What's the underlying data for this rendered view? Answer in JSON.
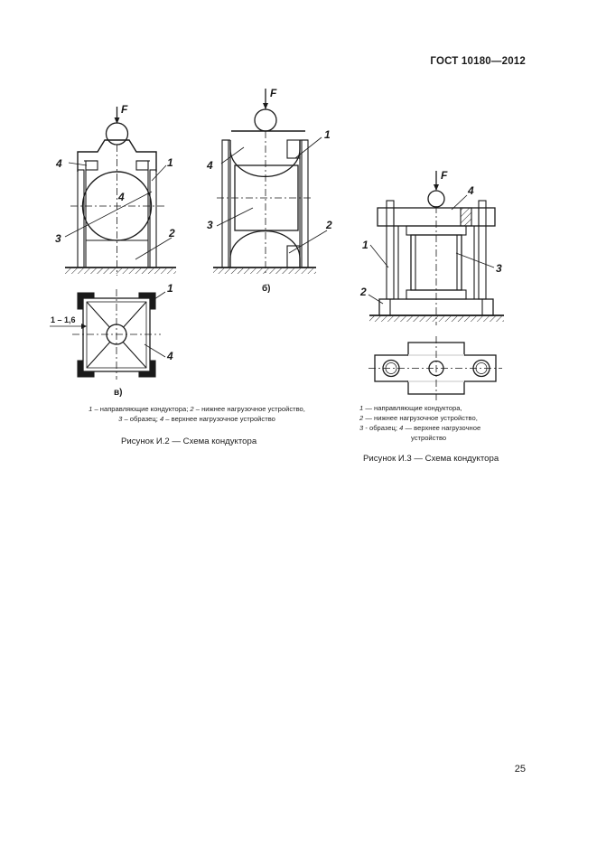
{
  "header": {
    "standard": "ГОСТ 10180—2012"
  },
  "page_number": "25",
  "figure_i2": {
    "labels": {
      "one": "1",
      "two": "2",
      "three": "3",
      "four": "4",
      "force": "F",
      "gap": "1 – 1,6"
    },
    "sublabels": {
      "b": "б)",
      "v": "в)"
    },
    "legend": {
      "n1": "1",
      "t1": " – направляющие кондуктора; ",
      "n2": "2",
      "t2": " – нижнее нагрузочное устройство,",
      "n3": "3",
      "t3": " – образец; ",
      "n4": "4",
      "t4": " – верхнее нагрузочное устройство"
    },
    "caption": "Рисунок И.2 — Схема кондуктора"
  },
  "figure_i3": {
    "labels": {
      "one": "1",
      "two": "2",
      "three": "3",
      "four": "4",
      "force": "F"
    },
    "legend": {
      "n1": "1",
      "t1": " — направляющие кондуктора,",
      "n2": "2",
      "t2": " — нижнее  нагрузочное устройство,",
      "n3": "3",
      "t3": " - образец; ",
      "n4": "4",
      "t4": " — верхнее нагрузочное",
      "t4b": "устройство"
    },
    "caption": "Рисунок И.3 — Схема кондуктора"
  }
}
